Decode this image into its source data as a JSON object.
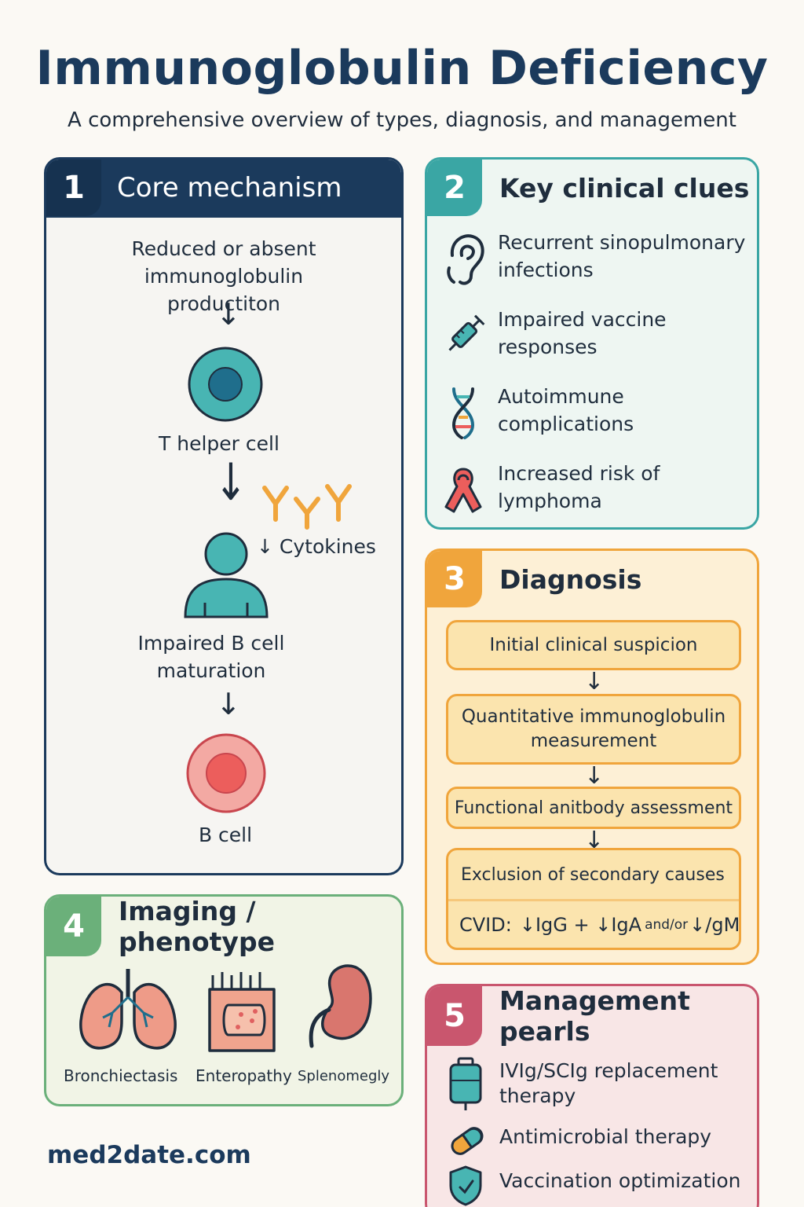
{
  "header": {
    "title": "Immunoglobulin Deficiency",
    "subtitle": "A comprehensive overview of types, diagnosis, and management"
  },
  "core_mechanism": {
    "number": "1",
    "title": "Core mechanism",
    "step1": "Reduced or absent immunoglobulin productiton",
    "t_cell_label": "T helper cell",
    "cytokines_label": "↓ Cytokines",
    "impaired_label": "Impaired B cell maturation",
    "b_cell_label": "B cell"
  },
  "clinical_clues": {
    "number": "2",
    "title": "Key clinical clues",
    "items": [
      {
        "text": "Recurrent sinopulmonary infections",
        "icon": "ear-icon"
      },
      {
        "text": "Impaired vaccine responses",
        "icon": "syringe-icon"
      },
      {
        "text": "Autoimmune complications",
        "icon": "dna-icon"
      },
      {
        "text": "Increased risk of lymphoma",
        "icon": "ribbon-icon"
      }
    ]
  },
  "diagnosis": {
    "number": "3",
    "title": "Diagnosis",
    "steps": [
      "Initial clinical suspicion",
      "Quantitative immunoglobulin measurement",
      "Functional anitbody assessment",
      "Exclusion of secondary causes"
    ],
    "cvid": {
      "prefix": "CVID:",
      "part1": "↓IgG + ↓IgA",
      "part2": "and/or",
      "part3": "↓/gM"
    }
  },
  "imaging": {
    "number": "4",
    "title": "Imaging / phenotype",
    "organs": [
      {
        "label": "Bronchiectasis",
        "icon": "lungs-icon"
      },
      {
        "label": "Enteropathy",
        "icon": "intestine-icon"
      },
      {
        "label": "Splenomegly",
        "icon": "spleen-icon"
      }
    ]
  },
  "management": {
    "number": "5",
    "title": "Management pearls",
    "items": [
      {
        "text": "IVIg/SCIg replacement therapy",
        "icon": "iv-bag-icon"
      },
      {
        "text": "Antimicrobial therapy",
        "icon": "capsule-icon"
      },
      {
        "text": "Vaccination optimization",
        "icon": "shield-icon"
      }
    ]
  },
  "footer": {
    "site": "med2date.com"
  },
  "colors": {
    "navy": "#1b3a5c",
    "teal": "#3aa6a4",
    "orange": "#f0a53c",
    "green": "#6bb07a",
    "rose": "#c9566e"
  }
}
